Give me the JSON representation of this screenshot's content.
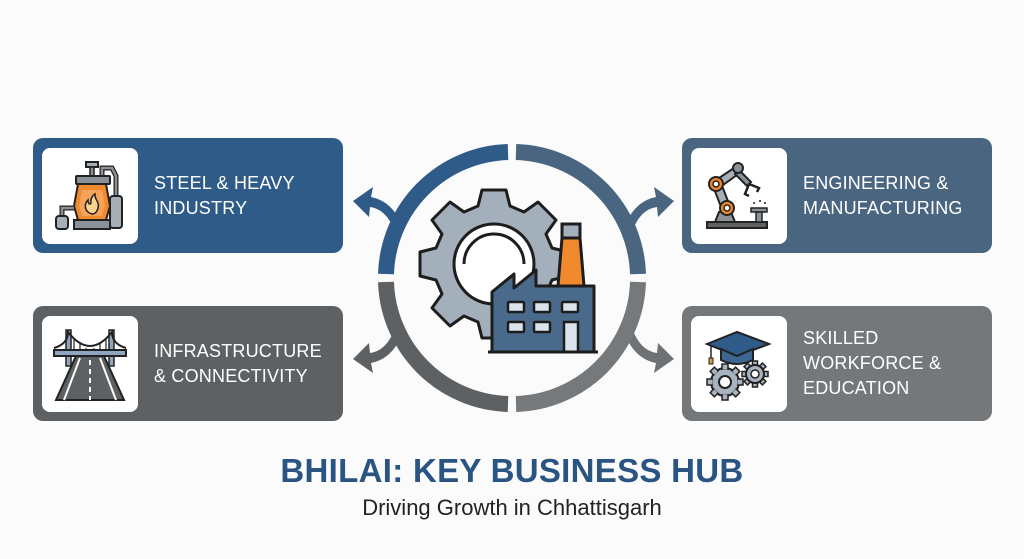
{
  "title": "BHILAI: KEY BUSINESS HUB",
  "subtitle": "Driving Growth in Chhattisgarh",
  "colors": {
    "primary_blue": "#2f5b88",
    "slate_blue": "#4a6580",
    "dark_gray": "#5e6163",
    "mid_gray": "#74787a",
    "accent_orange": "#f08a2c",
    "title_blue": "#2a5583",
    "background": "#fbfbfb"
  },
  "center_hub": {
    "icon": "gear-factory-icon",
    "ring_segments": [
      "blue-top-left",
      "slate-top-right",
      "gray-bottom-left",
      "gray-bottom-right"
    ]
  },
  "cards": [
    {
      "id": "steel",
      "label": "STEEL & HEAVY\nINDUSTRY",
      "icon": "blast-furnace-icon",
      "position": "top-left"
    },
    {
      "id": "engineering",
      "label": "ENGINEERING &\nMANUFACTURING",
      "icon": "robotic-arm-icon",
      "position": "top-right"
    },
    {
      "id": "infrastructure",
      "label": "INFRASTRUCTURE\n& CONNECTIVITY",
      "icon": "bridge-road-icon",
      "position": "bottom-left"
    },
    {
      "id": "workforce",
      "label": "SKILLED\nWORKFORCE &\nEDUCATION",
      "icon": "graduation-gears-icon",
      "position": "bottom-right"
    }
  ]
}
